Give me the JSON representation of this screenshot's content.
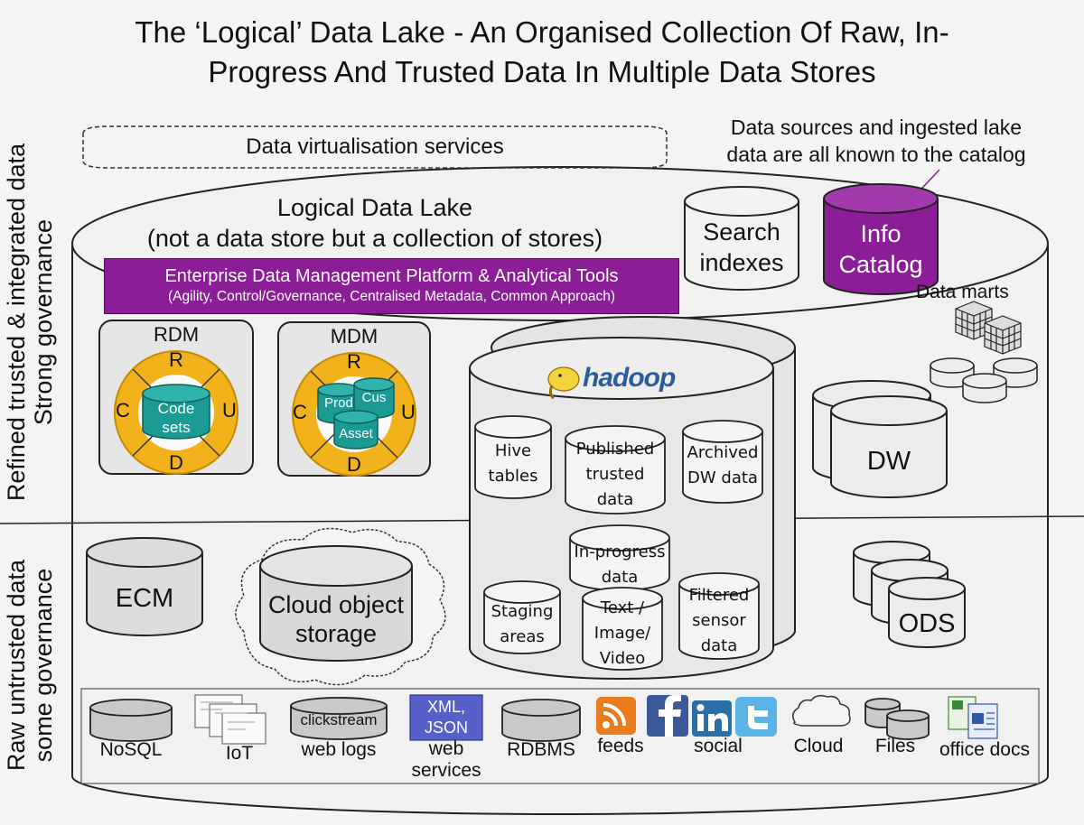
{
  "title": {
    "line1": "The ‘Logical’ Data Lake - An Organised Collection Of Raw, In-",
    "line2": "Progress And Trusted Data In Multiple Data Stores"
  },
  "side_labels": {
    "top_line1": "Refined trusted & integrated data",
    "top_line2": "Strong governance",
    "bottom_line1": "Raw untrusted data",
    "bottom_line2": "some governance"
  },
  "virtualisation": "Data virtualisation services",
  "catalog_note": {
    "line1": "Data sources and ingested lake",
    "line2": "data are all known to the catalog"
  },
  "lake": {
    "line1": "Logical Data Lake",
    "line2": "(not a data store but a collection of stores)"
  },
  "platform": {
    "title": "Enterprise Data Management Platform & Analytical Tools",
    "subtitle": "(Agility, Control/Governance, Centralised Metadata, Common Approach)"
  },
  "search": {
    "line1": "Search",
    "line2": "indexes"
  },
  "catalog": {
    "line1": "Info",
    "line2": "Catalog"
  },
  "data_marts": "Data marts",
  "rdm": {
    "label": "RDM",
    "r": "R",
    "c": "C",
    "u": "U",
    "d": "D",
    "inner1": "Code",
    "inner2": "sets"
  },
  "mdm": {
    "label": "MDM",
    "r": "R",
    "c": "C",
    "u": "U",
    "d": "D",
    "prod": "Prod",
    "cust": "Cus",
    "asset": "Asset"
  },
  "hadoop": {
    "logo": "hadoop",
    "hive": {
      "line1": "Hive",
      "line2": "tables"
    },
    "published": {
      "line1": "Published",
      "line2": "trusted",
      "line3": "data"
    },
    "archived": {
      "line1": "Archived",
      "line2": "DW data"
    },
    "inprogress": {
      "line1": "In-progress",
      "line2": "data"
    },
    "staging": {
      "line1": "Staging",
      "line2": "areas"
    },
    "text": {
      "line1": "Text /",
      "line2": "Image/",
      "line3": "Video"
    },
    "filtered": {
      "line1": "Filtered",
      "line2": "sensor",
      "line3": "data"
    }
  },
  "dw": "DW",
  "ecm": "ECM",
  "cloud_storage": {
    "line1": "Cloud object",
    "line2": "storage"
  },
  "ods": "ODS",
  "sources": {
    "nosql": "NoSQL",
    "iot": "IoT",
    "clickstream": "clickstream",
    "weblogs": "web logs",
    "xml": "XML,",
    "json": "JSON",
    "webservices1": "web",
    "webservices2": "services",
    "rdbms": "RDBMS",
    "feeds": "feeds",
    "social": "social",
    "cloud": "Cloud",
    "files": "Files",
    "office": "office docs"
  },
  "colors": {
    "purple": "#8b1e96",
    "teal": "#1a9a92",
    "gold": "#f2b21b",
    "hadoop_blue": "#2b5d9c"
  }
}
